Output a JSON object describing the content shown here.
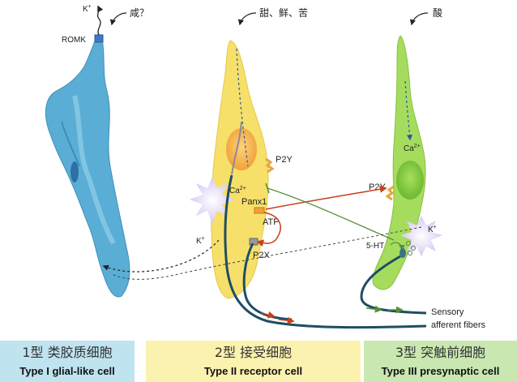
{
  "stimuli": {
    "salty": "咸？",
    "sweet_umami_bitter": "甜、鲜、苦",
    "sour": "酸"
  },
  "labels": {
    "romk": "ROMK",
    "k_plus": "K",
    "ca": "Ca",
    "ca_sup": "2+",
    "k_sup": "+",
    "p2y": "P2Y",
    "panx1": "Panx1",
    "atp": "ATP",
    "p2x": "P2X",
    "five_ht": "5-HT",
    "sensory": "Sensory",
    "afferent": "afferent fibers"
  },
  "cells": [
    {
      "cn": "1型 类胶质细胞",
      "en": "Type I glial-like cell"
    },
    {
      "cn": "2型 接受细胞",
      "en": "Type II receptor cell"
    },
    {
      "cn": "3型 突触前细胞",
      "en": "Type III presynaptic cell"
    }
  ],
  "colors": {
    "type1_cell": "#5aaed6",
    "type2_cell": "#f6e06a",
    "type3_cell": "#a6dc5e",
    "nerve": "#1f4e63",
    "arrow_red": "#c8401b",
    "arrow_green": "#5a8f3c"
  }
}
